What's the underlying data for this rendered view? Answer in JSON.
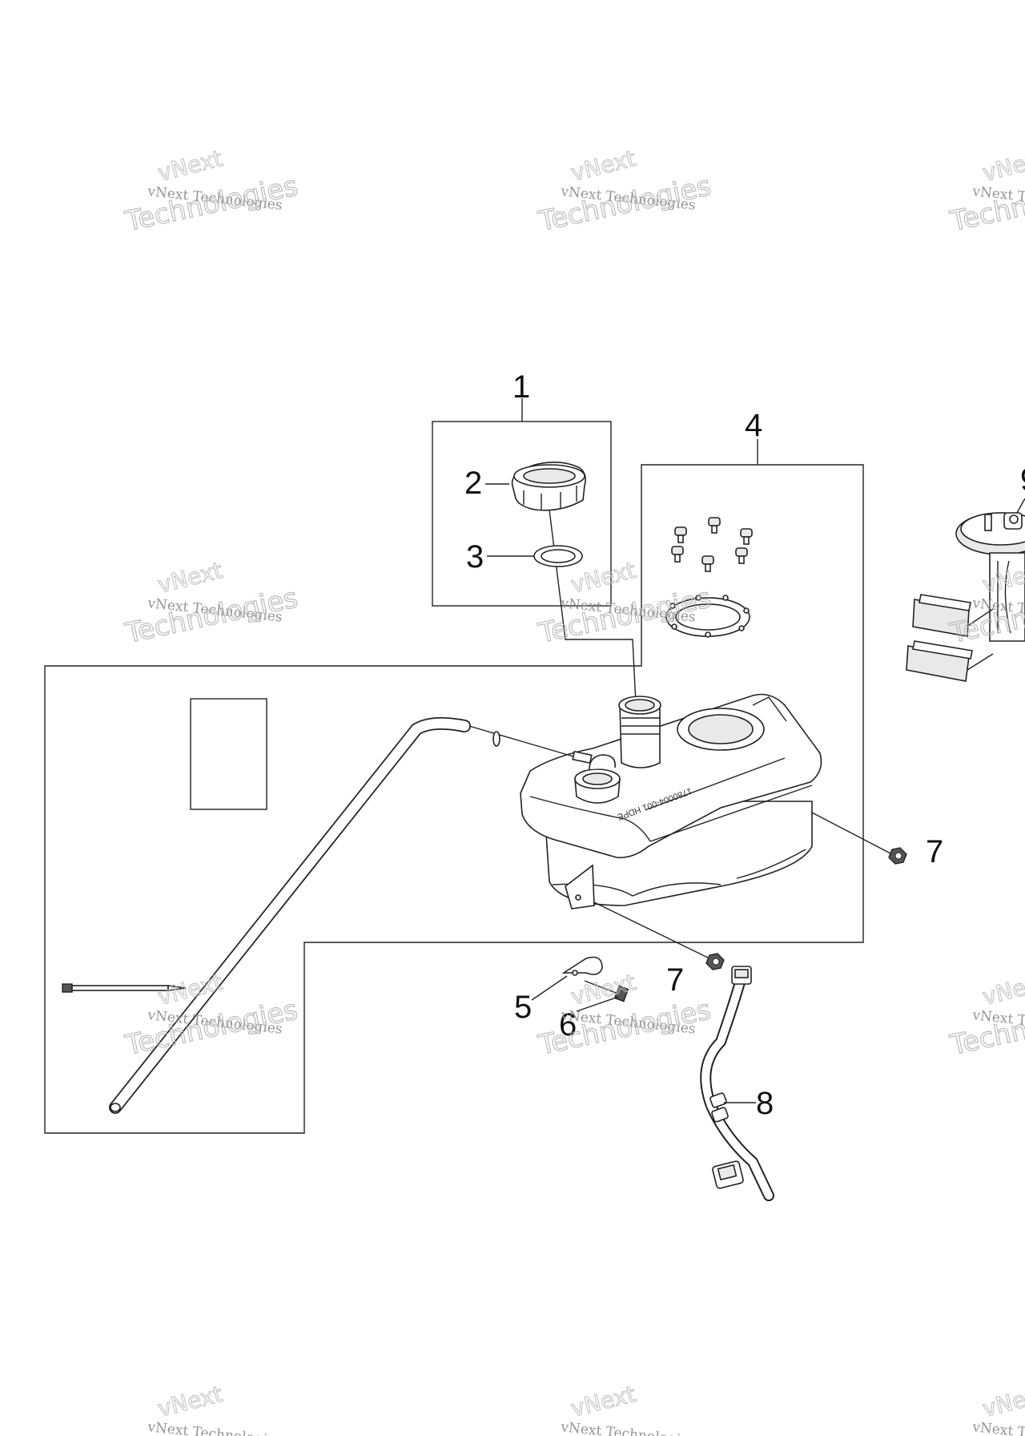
{
  "callouts": {
    "c1": "1",
    "c2": "2",
    "c3": "3",
    "c4": "4",
    "c5": "5",
    "c6": "6",
    "c7a": "7",
    "c7b": "7",
    "c8": "8",
    "c9": "9"
  },
  "watermark": {
    "line_small": "vNext Technologies",
    "line_top": "vNext",
    "line_big": "Technologies"
  },
  "tank_label": "1780004-001 HDPE"
}
